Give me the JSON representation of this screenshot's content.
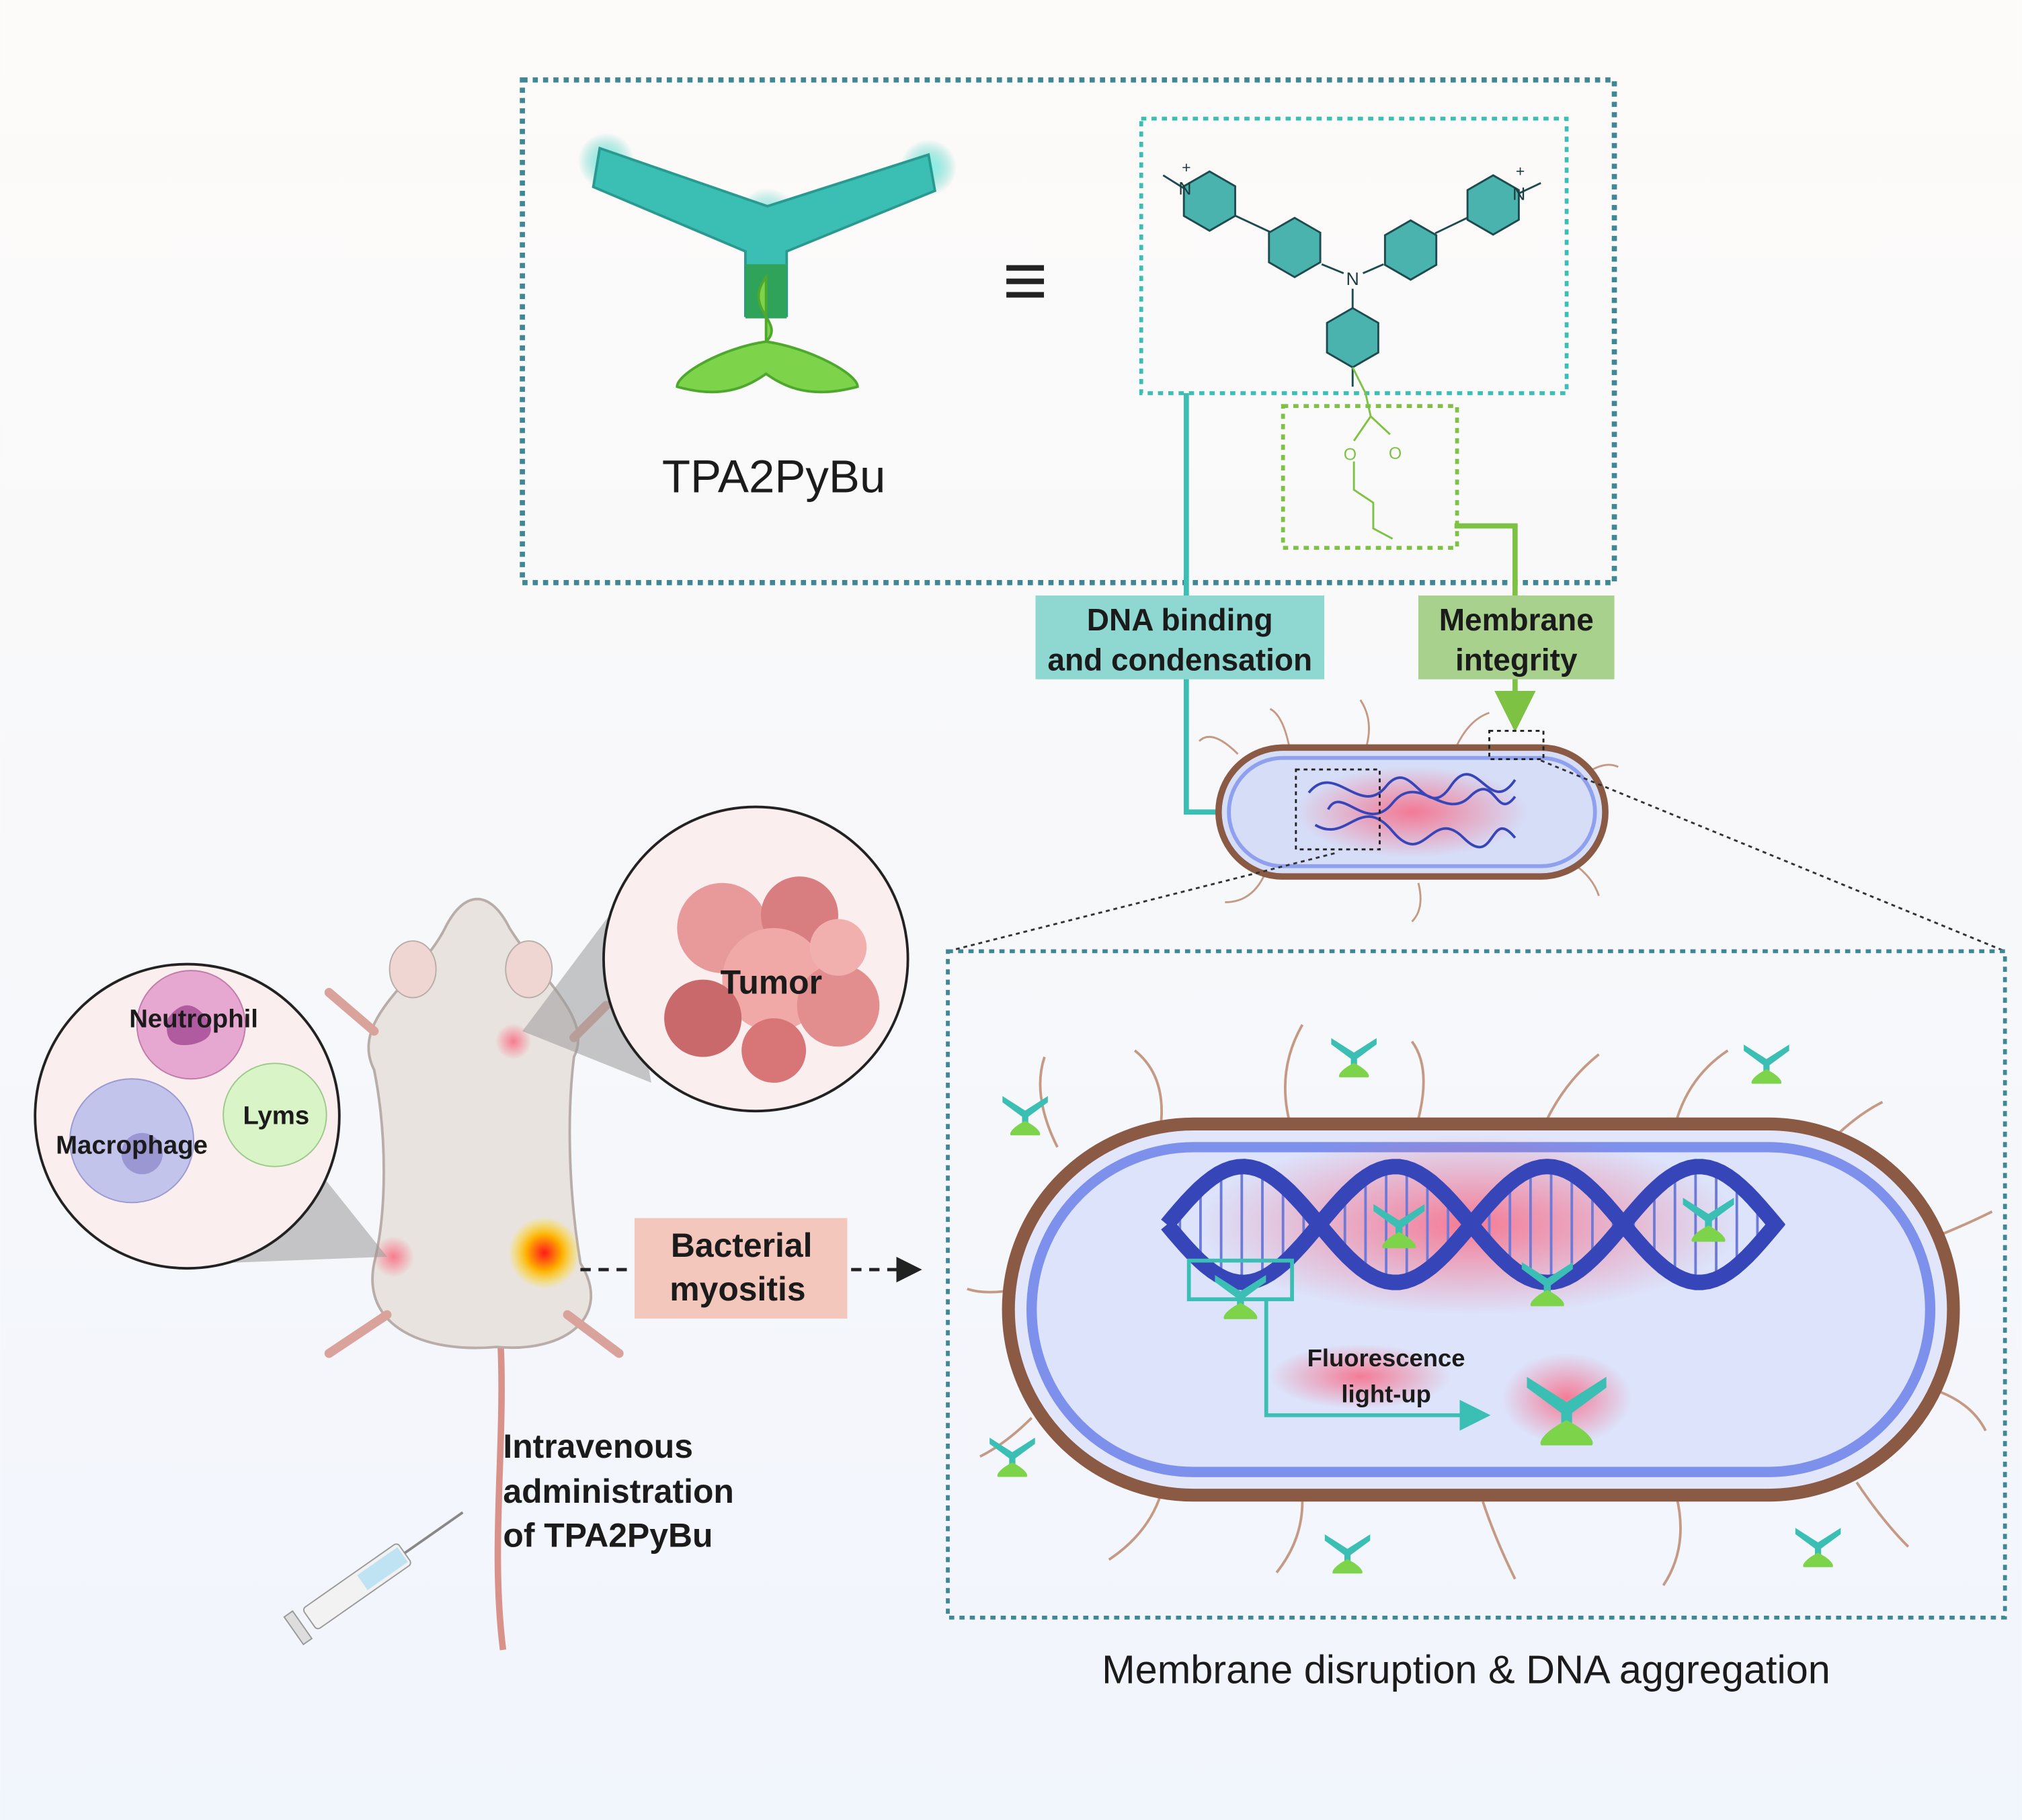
{
  "molecule": {
    "name": "TPA2PyBu",
    "equivalence_symbol": "≡",
    "atom_N": "N",
    "atom_N_plus": "N",
    "charge": "+",
    "atom_O": "O"
  },
  "mechanisms": {
    "dna": {
      "line1": "DNA binding",
      "line2": "and condensation",
      "color": "#8fd8d2"
    },
    "membrane": {
      "line1": "Membrane",
      "line2": "integrity",
      "color": "#a9d18e"
    }
  },
  "mouse_panel": {
    "immune_cells": {
      "neutrophil": "Neutrophil",
      "lyms": "Lyms",
      "macrophage": "Macrophage"
    },
    "tumor": "Tumor",
    "infection": {
      "line1": "Bacterial",
      "line2": "myositis",
      "color": "#f4c7bd"
    },
    "administration": {
      "line1": "Intravenous",
      "line2": "administration",
      "line3": "of TPA2PyBu"
    }
  },
  "zoom_panel": {
    "fluorescence": {
      "line1": "Fluorescence",
      "line2": "light-up"
    },
    "caption": "Membrane disruption & DNA aggregation"
  },
  "colors": {
    "teal": "#3bbfb4",
    "green": "#7dc242",
    "dashed_border": "#3f8795",
    "dna": "#3646b8",
    "membrane": "#8b5a44"
  }
}
